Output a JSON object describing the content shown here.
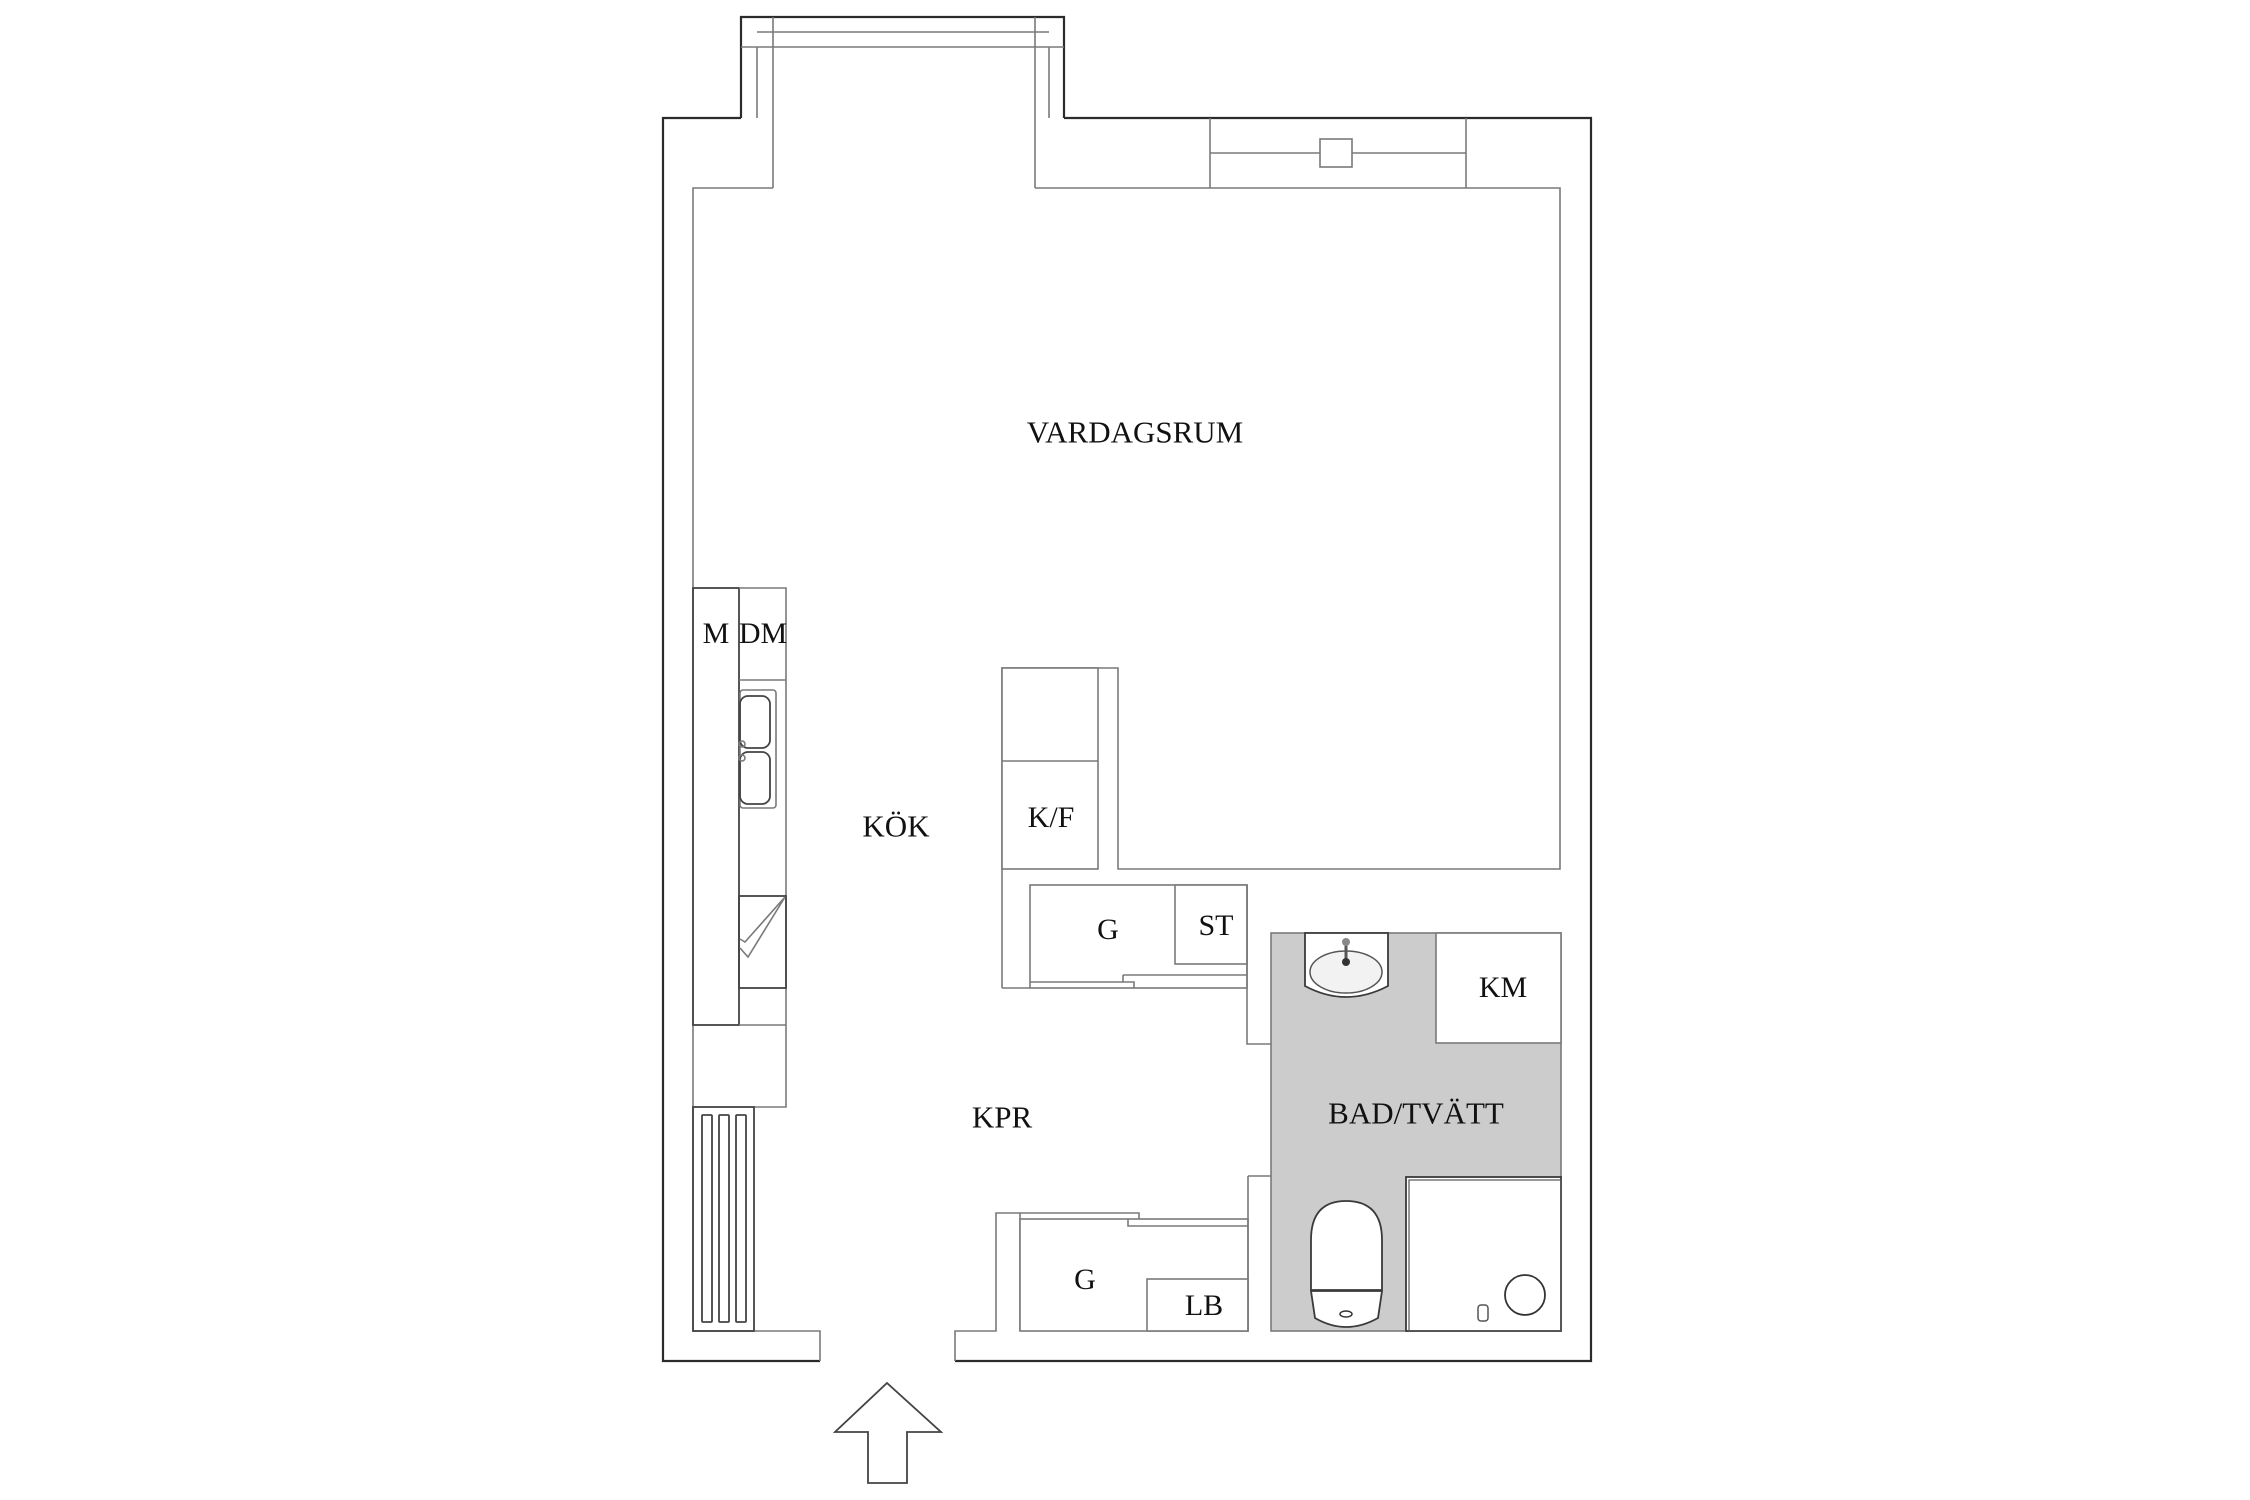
{
  "plan": {
    "type": "apartment-floor-plan",
    "colors": {
      "wall": "#2b2b2b",
      "line": "#7a7a7a",
      "bathroom_floor": "#cccccc",
      "background": "#ffffff"
    }
  },
  "rooms": {
    "living_room": "VARDAGSRUM",
    "kitchen": "KÖK",
    "hallway": "KPR",
    "bathroom": "BAD/TVÄTT"
  },
  "fixtures": {
    "microwave": "M",
    "dishwasher": "DM",
    "fridge_freezer": "K/F",
    "wardrobe_kitchen": "G",
    "storage": "ST",
    "wardrobe_hall": "G",
    "linen": "LB",
    "washing_machine": "KM"
  },
  "entrance": {
    "icon": "entrance-arrow-icon"
  }
}
